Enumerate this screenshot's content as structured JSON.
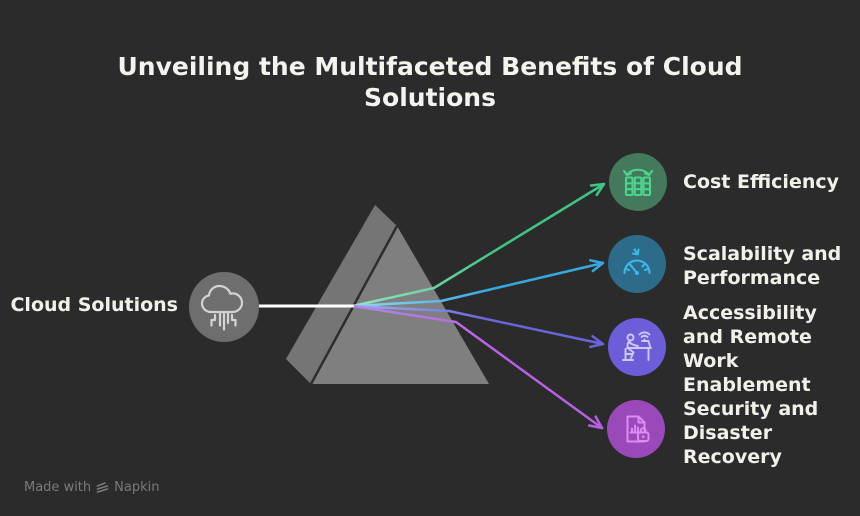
{
  "title": {
    "text": "Unveiling the Multifaceted Benefits of Cloud Solutions",
    "lines": [
      "Unveiling the Multifaceted Benefits of Cloud",
      "Solutions"
    ]
  },
  "source": {
    "label": "Cloud Solutions",
    "icon": "cloud-circuit-icon"
  },
  "benefits": [
    {
      "label": "Cost Efficiency",
      "lines": [
        "Cost Efficiency"
      ],
      "icon": "growth-columns-icon",
      "circle_color": "#45795d",
      "glyph_color": "#4bd48d",
      "ray_color": "#3ec487",
      "ray_color_light": "#93e6c4"
    },
    {
      "label": "Scalability and Performance",
      "lines": [
        "Scalability and",
        "Performance"
      ],
      "icon": "gauge-icon",
      "circle_color": "#2d6b8b",
      "glyph_color": "#3db7e8",
      "ray_color": "#35a9df",
      "ray_color_light": "#99d6f0"
    },
    {
      "label": "Accessibility and Remote Work Enablement",
      "lines": [
        "Accessibility",
        "and Remote",
        "Work",
        "Enablement"
      ],
      "icon": "remote-work-icon",
      "circle_color": "#6c5ed8",
      "glyph_color": "#d0c9f8",
      "ray_color": "#6a63de",
      "ray_color_light": "#9eb4ec"
    },
    {
      "label": "Security and Disaster Recovery",
      "lines": [
        "Security and",
        "Disaster",
        "Recovery"
      ],
      "icon": "document-lock-icon",
      "circle_color": "#9949ba",
      "glyph_color": "#da8df2",
      "ray_color": "#b95fe3",
      "ray_color_light": "#b286e8"
    }
  ],
  "footer": {
    "made_with": "Made with",
    "brand": "Napkin"
  },
  "colors": {
    "background": "#2b2b2b",
    "title_text": "#f5f3ee",
    "label_text": "#f2f0e9",
    "beam": "#ffffff",
    "prism_face": "#7f7f7f",
    "prism_band": "#757575",
    "prism_edge": "#2d2d2d",
    "source_circle": "#6e6e6e",
    "source_glyph": "#d3d3d3",
    "footer_text": "#7a7a7a"
  }
}
